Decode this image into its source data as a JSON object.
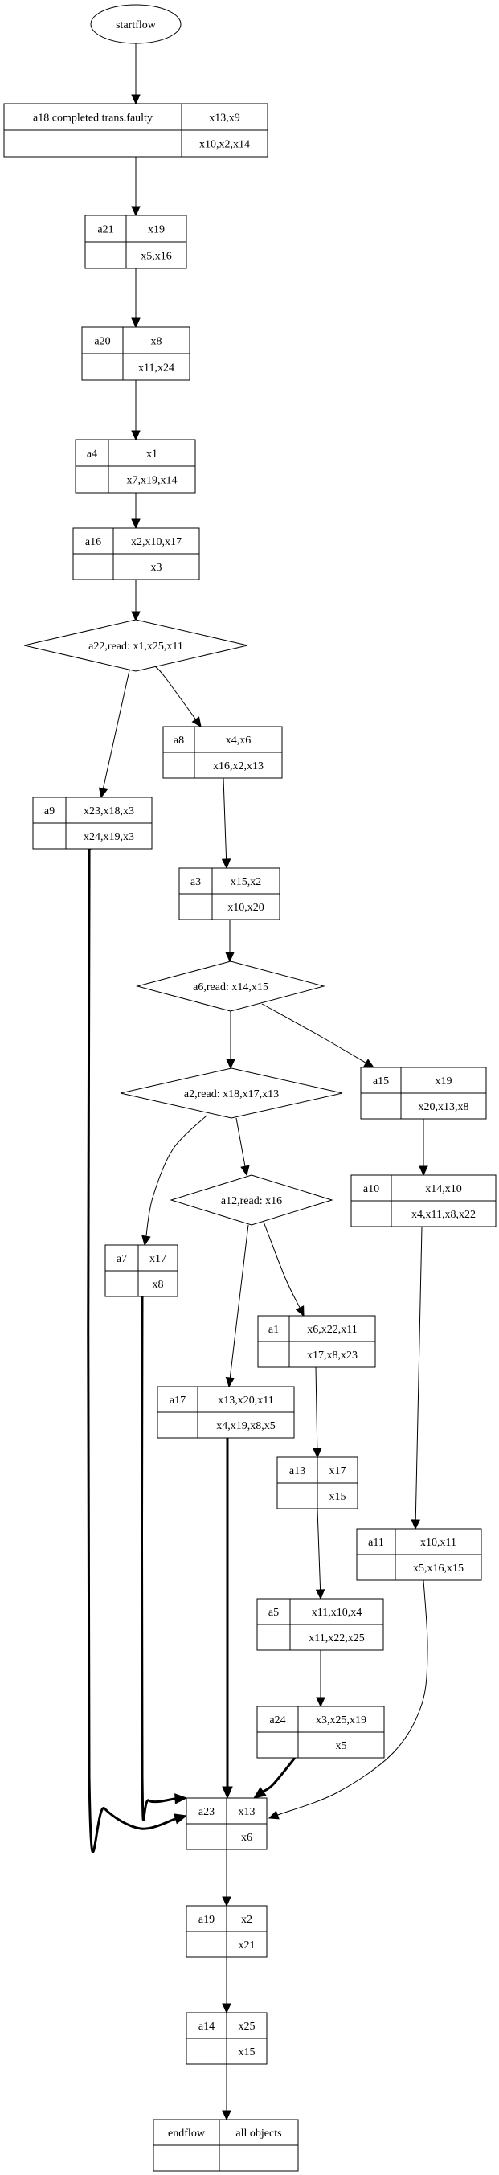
{
  "diagram": {
    "type": "flowchart",
    "start": {
      "id": "startflow",
      "label": "startflow"
    },
    "nodes": [
      {
        "id": "a18",
        "kind": "record",
        "name": "a18 completed trans.faulty",
        "top": "x13,x9",
        "bottom": "x10,x2,x14"
      },
      {
        "id": "a21",
        "kind": "record",
        "name": "a21",
        "top": "x19",
        "bottom": "x5,x16"
      },
      {
        "id": "a20",
        "kind": "record",
        "name": "a20",
        "top": "x8",
        "bottom": "x11,x24"
      },
      {
        "id": "a4",
        "kind": "record",
        "name": "a4",
        "top": "x1",
        "bottom": "x7,x19,x14"
      },
      {
        "id": "a16",
        "kind": "record",
        "name": "a16",
        "top": "x2,x10,x17",
        "bottom": "x3"
      },
      {
        "id": "a22",
        "kind": "decision",
        "label": "a22,read: x1,x25,x11"
      },
      {
        "id": "a8",
        "kind": "record",
        "name": "a8",
        "top": "x4,x6",
        "bottom": "x16,x2,x13"
      },
      {
        "id": "a9",
        "kind": "record",
        "name": "a9",
        "top": "x23,x18,x3",
        "bottom": "x24,x19,x3"
      },
      {
        "id": "a3",
        "kind": "record",
        "name": "a3",
        "top": "x15,x2",
        "bottom": "x10,x20"
      },
      {
        "id": "a6",
        "kind": "decision",
        "label": "a6,read: x14,x15"
      },
      {
        "id": "a2",
        "kind": "decision",
        "label": "a2,read: x18,x17,x13"
      },
      {
        "id": "a15",
        "kind": "record",
        "name": "a15",
        "top": "x19",
        "bottom": "x20,x13,x8"
      },
      {
        "id": "a12",
        "kind": "decision",
        "label": "a12,read: x16"
      },
      {
        "id": "a10",
        "kind": "record",
        "name": "a10",
        "top": "x14,x10",
        "bottom": "x4,x11,x8,x22"
      },
      {
        "id": "a7",
        "kind": "record",
        "name": "a7",
        "top": "x17",
        "bottom": "x8"
      },
      {
        "id": "a1",
        "kind": "record",
        "name": "a1",
        "top": "x6,x22,x11",
        "bottom": "x17,x8,x23"
      },
      {
        "id": "a17",
        "kind": "record",
        "name": "a17",
        "top": "x13,x20,x11",
        "bottom": "x4,x19,x8,x5"
      },
      {
        "id": "a13",
        "kind": "record",
        "name": "a13",
        "top": "x17",
        "bottom": "x15"
      },
      {
        "id": "a11",
        "kind": "record",
        "name": "a11",
        "top": "x10,x11",
        "bottom": "x5,x16,x15"
      },
      {
        "id": "a5",
        "kind": "record",
        "name": "a5",
        "top": "x11,x10,x4",
        "bottom": "x11,x22,x25"
      },
      {
        "id": "a24",
        "kind": "record",
        "name": "a24",
        "top": "x3,x25,x19",
        "bottom": "x5"
      },
      {
        "id": "a23",
        "kind": "record",
        "name": "a23",
        "top": "x13",
        "bottom": "x6"
      },
      {
        "id": "a19",
        "kind": "record",
        "name": "a19",
        "top": "x2",
        "bottom": "x21"
      },
      {
        "id": "a14",
        "kind": "record",
        "name": "a14",
        "top": "x25",
        "bottom": "x15"
      },
      {
        "id": "endflow",
        "kind": "record",
        "name": "endflow",
        "top": "all objects",
        "bottom": ""
      }
    ],
    "edges": [
      {
        "from": "startflow",
        "to": "a18",
        "bold": false
      },
      {
        "from": "a18",
        "to": "a21",
        "bold": false
      },
      {
        "from": "a21",
        "to": "a20",
        "bold": false
      },
      {
        "from": "a20",
        "to": "a4",
        "bold": false
      },
      {
        "from": "a4",
        "to": "a16",
        "bold": false
      },
      {
        "from": "a16",
        "to": "a22",
        "bold": false
      },
      {
        "from": "a22",
        "to": "a9",
        "bold": false
      },
      {
        "from": "a22",
        "to": "a8",
        "bold": false
      },
      {
        "from": "a8",
        "to": "a3",
        "bold": false
      },
      {
        "from": "a3",
        "to": "a6",
        "bold": false
      },
      {
        "from": "a6",
        "to": "a2",
        "bold": false
      },
      {
        "from": "a6",
        "to": "a15",
        "bold": false
      },
      {
        "from": "a2",
        "to": "a7",
        "bold": false
      },
      {
        "from": "a2",
        "to": "a12",
        "bold": false
      },
      {
        "from": "a15",
        "to": "a10",
        "bold": false
      },
      {
        "from": "a12",
        "to": "a17",
        "bold": false
      },
      {
        "from": "a12",
        "to": "a1",
        "bold": false
      },
      {
        "from": "a10",
        "to": "a11",
        "bold": false
      },
      {
        "from": "a1",
        "to": "a13",
        "bold": false
      },
      {
        "from": "a13",
        "to": "a5",
        "bold": false
      },
      {
        "from": "a5",
        "to": "a24",
        "bold": false
      },
      {
        "from": "a9",
        "to": "a23",
        "bold": true
      },
      {
        "from": "a7",
        "to": "a23",
        "bold": true
      },
      {
        "from": "a17",
        "to": "a23",
        "bold": true
      },
      {
        "from": "a24",
        "to": "a23",
        "bold": true
      },
      {
        "from": "a11",
        "to": "a23",
        "bold": false
      },
      {
        "from": "a23",
        "to": "a19",
        "bold": false
      },
      {
        "from": "a19",
        "to": "a14",
        "bold": false
      },
      {
        "from": "a14",
        "to": "endflow",
        "bold": false
      }
    ]
  }
}
